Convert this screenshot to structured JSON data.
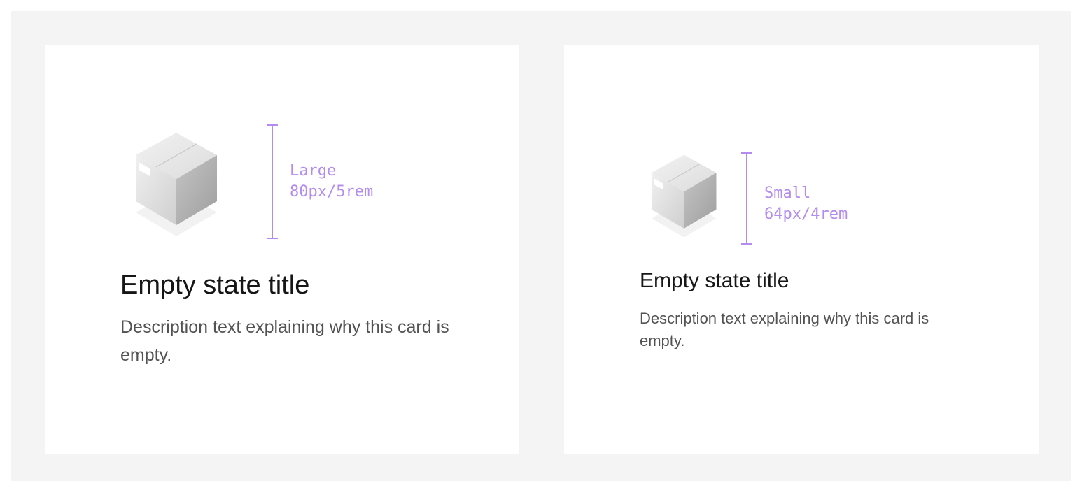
{
  "colors": {
    "background": "#f4f4f4",
    "card": "#ffffff",
    "accent": "#b48cf0",
    "title": "#161616",
    "description": "#525252"
  },
  "cards": [
    {
      "variant": "large",
      "pictogram_icon": "box-icon",
      "size_label": "Large",
      "size_value": "80px/5rem",
      "title": "Empty state title",
      "description": "Description text explaining why this card is empty."
    },
    {
      "variant": "small",
      "pictogram_icon": "box-icon",
      "size_label": "Small",
      "size_value": "64px/4rem",
      "title": "Empty state title",
      "description": "Description text explaining why this card is empty."
    }
  ]
}
